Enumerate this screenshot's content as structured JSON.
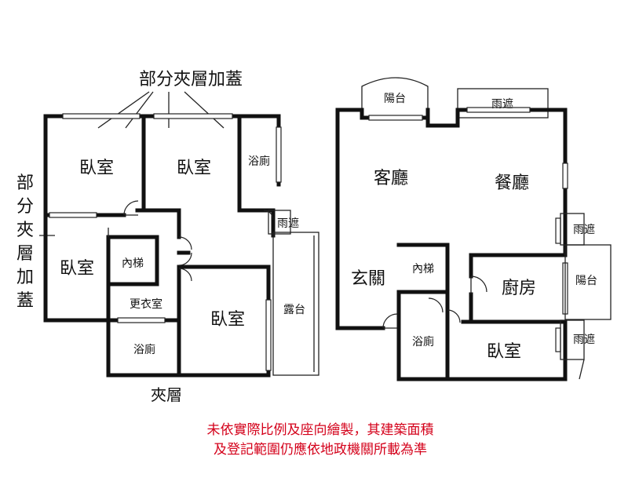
{
  "labels": {
    "mezzanine_top": "部分夾層加蓋",
    "mezzanine_side": [
      "部",
      "分",
      "夾",
      "層",
      "加",
      "蓋"
    ],
    "mezzanine_floor": "夾層",
    "left_bedroom_1": "臥室",
    "left_bedroom_2": "臥室",
    "left_bedroom_3": "臥室",
    "left_bedroom_4": "臥室",
    "left_bath": "浴廁",
    "left_inner_stair": "內梯",
    "dressing_room": "更衣室",
    "left_bath_2": "浴廁",
    "left_rain_shelter": "雨遮",
    "terrace": "露台",
    "balcony_top": "陽台",
    "rain_shelter_top": "雨遮",
    "living_room": "客廳",
    "dining_room": "餐廳",
    "rain_shelter_right_1": "雨遮",
    "entrance": "玄關",
    "right_inner_stair": "內梯",
    "kitchen": "廚房",
    "balcony_right": "陽台",
    "right_bath": "浴廁",
    "right_bedroom": "臥室",
    "rain_shelter_right_2": "雨遮"
  },
  "notice": {
    "line1": "未依實際比例及座向繪製，其建築面積",
    "line2": "及登記範圍仍應依地政機關所載為準"
  },
  "colors": {
    "wall": "#111111",
    "notice": "#d4001a",
    "background": "#ffffff"
  }
}
